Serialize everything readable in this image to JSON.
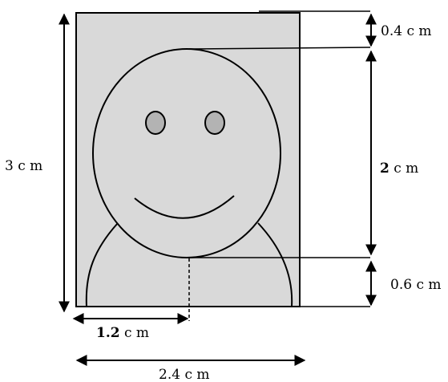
{
  "diagram": {
    "labels": {
      "height_total": "3 c m",
      "top_gap": "0.4 c m",
      "head_height": "2 c m",
      "chin_gap": "0.6 c m",
      "half_width_num": "1.2",
      "half_width_unit": " c m",
      "width_total": "2.4 c m",
      "head_num": "2",
      "head_unit": " c m"
    },
    "colors": {
      "photo_fill": "#d9d9d9",
      "stroke": "#000000",
      "eye_fill": "#b3b3b3"
    }
  }
}
